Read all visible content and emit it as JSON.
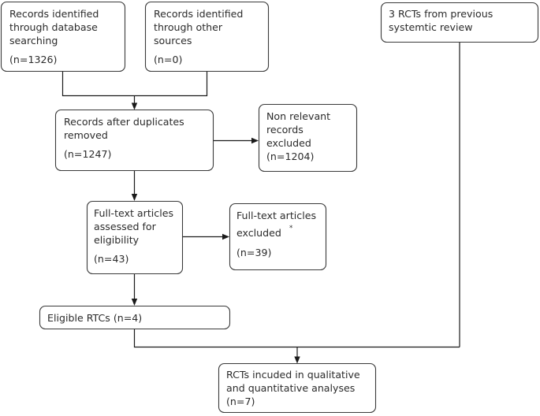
{
  "diagram": {
    "type": "prisma-flow-diagram",
    "title": "",
    "colors": {
      "box_border": "#3a3a3a",
      "box_fill": "#ffffff",
      "text": "#2b2b2b",
      "connector": "#1a1a1a",
      "background": "#ffffff"
    },
    "nodes": [
      {
        "id": "records-database-searching",
        "lines": [
          "Records identified",
          "through database",
          "searching",
          "",
          "(n=1326)"
        ],
        "count_label": "(n=1326)",
        "count": 1326
      },
      {
        "id": "records-other-sources",
        "lines": [
          "Records identified",
          "through other",
          "sources",
          "",
          "(n=0)"
        ],
        "count_label": "(n=0)",
        "count": 0
      },
      {
        "id": "rcts-previous-review",
        "lines": [
          "3 RCTs from previous",
          "systemtic review"
        ],
        "count_label": "",
        "count": 3
      },
      {
        "id": "records-after-duplicates",
        "lines": [
          "Records after duplicates",
          "removed",
          "",
          "(n=1247)"
        ],
        "count_label": "(n=1247)",
        "count": 1247
      },
      {
        "id": "non-relevant-excluded",
        "lines": [
          "Non relevant",
          "records",
          "excluded",
          "(n=1204)"
        ],
        "count_label": "(n=1204)",
        "count": 1204
      },
      {
        "id": "full-text-assessed",
        "lines": [
          "Full-text articles",
          "assessed for",
          "eligibility",
          "",
          "(n=43)"
        ],
        "count_label": "(n=43)",
        "count": 43
      },
      {
        "id": "full-text-excluded",
        "lines": [
          "Full-text articles",
          "excluded",
          "",
          "(n=39)"
        ],
        "count_label": "(n=39)",
        "count": 39,
        "footnote_marker": "*"
      },
      {
        "id": "eligible-rtcs",
        "lines": [
          "Eligible RTCs (n=4)"
        ],
        "count_label": "(n=4)",
        "count": 4
      },
      {
        "id": "rcts-included",
        "lines": [
          "RCTs incuded in qualitative",
          "and quantitative analyses",
          "(n=7)"
        ],
        "count_label": "(n=7)",
        "count": 7
      }
    ],
    "text": {
      "n1_l1": "Records identified",
      "n1_l2": "through database",
      "n1_l3": "searching",
      "n1_l4": "(n=1326)",
      "n2_l1": "Records identified",
      "n2_l2": "through other",
      "n2_l3": "sources",
      "n2_l4": "(n=0)",
      "n3_l1": "3 RCTs from previous",
      "n3_l2": "systemtic review",
      "n4_l1": "Records after duplicates",
      "n4_l2": "removed",
      "n4_l3": "(n=1247)",
      "n5_l1": "Non relevant",
      "n5_l2": "records",
      "n5_l3": "excluded",
      "n5_l4": "(n=1204)",
      "n6_l1": "Full-text articles",
      "n6_l2": "assessed for",
      "n6_l3": "eligibility",
      "n6_l4": "(n=43)",
      "n7_l1": "Full-text articles",
      "n7_l2": "excluded",
      "n7_sup": "*",
      "n7_l3": "(n=39)",
      "n8_l1": "Eligible RTCs (n=4)",
      "n9_l1": "RCTs incuded in qualitative",
      "n9_l2": "and quantitative analyses",
      "n9_l3": "(n=7)"
    },
    "edges": [
      {
        "id": "edge-db-to-dedup",
        "from": "records-database-searching",
        "to": "records-after-duplicates",
        "arrow": true
      },
      {
        "id": "edge-other-to-dedup",
        "from": "records-other-sources",
        "to": "records-after-duplicates",
        "arrow": true
      },
      {
        "id": "edge-dedup-to-nonrelevant",
        "from": "records-after-duplicates",
        "to": "non-relevant-excluded",
        "arrow": true
      },
      {
        "id": "edge-dedup-to-fulltext",
        "from": "records-after-duplicates",
        "to": "full-text-assessed",
        "arrow": true
      },
      {
        "id": "edge-fulltext-to-excluded",
        "from": "full-text-assessed",
        "to": "full-text-excluded",
        "arrow": true
      },
      {
        "id": "edge-fulltext-to-eligible",
        "from": "full-text-assessed",
        "to": "eligible-rtcs",
        "arrow": true
      },
      {
        "id": "edge-eligible-to-included",
        "from": "eligible-rtcs",
        "to": "rcts-included",
        "arrow": true
      },
      {
        "id": "edge-previous-to-included",
        "from": "rcts-previous-review",
        "to": "rcts-included",
        "arrow": true
      }
    ]
  }
}
